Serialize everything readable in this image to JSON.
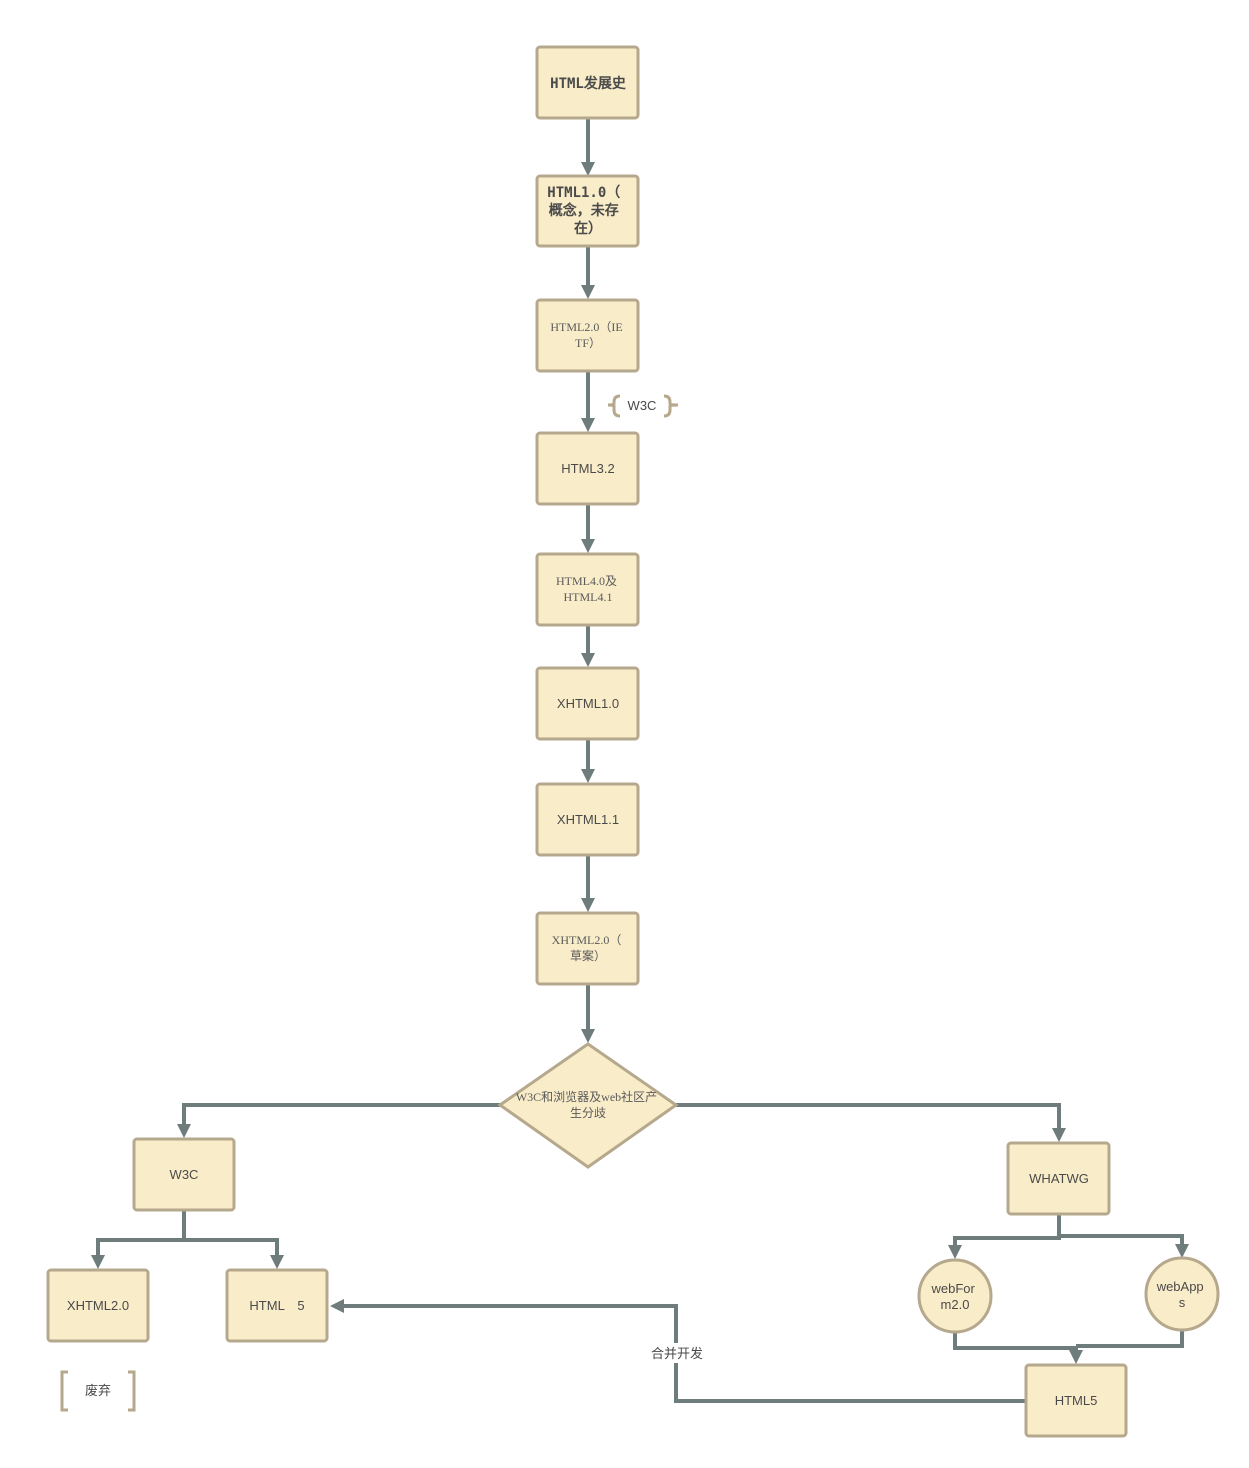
{
  "nodes": {
    "history": {
      "lines": [
        "HTML发展史"
      ]
    },
    "html1": {
      "lines": [
        "HTML1.0（",
        "概念，未存",
        "在）"
      ]
    },
    "html2": {
      "lines": [
        "HTML2.0（IE",
        "TF）"
      ]
    },
    "html32": {
      "lines": [
        "HTML3.2"
      ]
    },
    "html4": {
      "lines": [
        "HTML4.0及",
        "HTML4.1"
      ]
    },
    "xhtml10": {
      "lines": [
        "XHTML1.0"
      ]
    },
    "xhtml11": {
      "lines": [
        "XHTML1.1"
      ]
    },
    "xhtml20draft": {
      "lines": [
        "XHTML2.0（",
        "草案）"
      ]
    },
    "split": {
      "lines": [
        "W3C和浏览器及web社区产",
        "生分歧"
      ]
    },
    "w3c": {
      "lines": [
        "W3C"
      ]
    },
    "whatwg": {
      "lines": [
        "WHATWG"
      ]
    },
    "xhtml20": {
      "lines": [
        "XHTML2.0"
      ]
    },
    "html5_w3c": {
      "lines": [
        "HTML　5"
      ]
    },
    "webforms": {
      "lines": [
        "webFor",
        "m2.0"
      ]
    },
    "webapps": {
      "lines": [
        "webApp",
        "s"
      ]
    },
    "html5_whatwg": {
      "lines": [
        "HTML5"
      ]
    }
  },
  "annotations": {
    "w3c_note": "W3C",
    "deprecated_note": "废弃"
  },
  "edge_labels": {
    "merge": "合并开发"
  },
  "colors": {
    "node_fill": "#f9ecc9",
    "node_stroke": "#b5a88c",
    "edge": "#6e7c7c",
    "text": "#4a4a4a"
  }
}
